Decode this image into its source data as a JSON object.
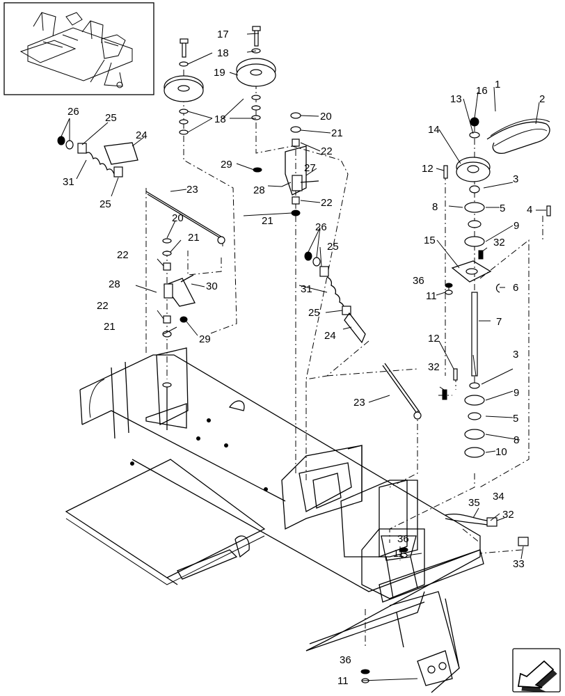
{
  "parts": [
    {
      "n": "1"
    },
    {
      "n": "2"
    },
    {
      "n": "3"
    },
    {
      "n": "3"
    },
    {
      "n": "4"
    },
    {
      "n": "5"
    },
    {
      "n": "5"
    },
    {
      "n": "6"
    },
    {
      "n": "7"
    },
    {
      "n": "8"
    },
    {
      "n": "8"
    },
    {
      "n": "9"
    },
    {
      "n": "9"
    },
    {
      "n": "10"
    },
    {
      "n": "11"
    },
    {
      "n": "11"
    },
    {
      "n": "11"
    },
    {
      "n": "12"
    },
    {
      "n": "12"
    },
    {
      "n": "13"
    },
    {
      "n": "14"
    },
    {
      "n": "15"
    },
    {
      "n": "16"
    },
    {
      "n": "17"
    },
    {
      "n": "18"
    },
    {
      "n": "18"
    },
    {
      "n": "19"
    },
    {
      "n": "20"
    },
    {
      "n": "20"
    },
    {
      "n": "21"
    },
    {
      "n": "21"
    },
    {
      "n": "21"
    },
    {
      "n": "21"
    },
    {
      "n": "22"
    },
    {
      "n": "22"
    },
    {
      "n": "22"
    },
    {
      "n": "22"
    },
    {
      "n": "23"
    },
    {
      "n": "23"
    },
    {
      "n": "24"
    },
    {
      "n": "24"
    },
    {
      "n": "25"
    },
    {
      "n": "25"
    },
    {
      "n": "25"
    },
    {
      "n": "25"
    },
    {
      "n": "26"
    },
    {
      "n": "26"
    },
    {
      "n": "27"
    },
    {
      "n": "28"
    },
    {
      "n": "28"
    },
    {
      "n": "29"
    },
    {
      "n": "29"
    },
    {
      "n": "30"
    },
    {
      "n": "31"
    },
    {
      "n": "31"
    },
    {
      "n": "32"
    },
    {
      "n": "32"
    },
    {
      "n": "32"
    },
    {
      "n": "33"
    },
    {
      "n": "34"
    },
    {
      "n": "35"
    },
    {
      "n": "36"
    },
    {
      "n": "36"
    },
    {
      "n": "36"
    }
  ]
}
